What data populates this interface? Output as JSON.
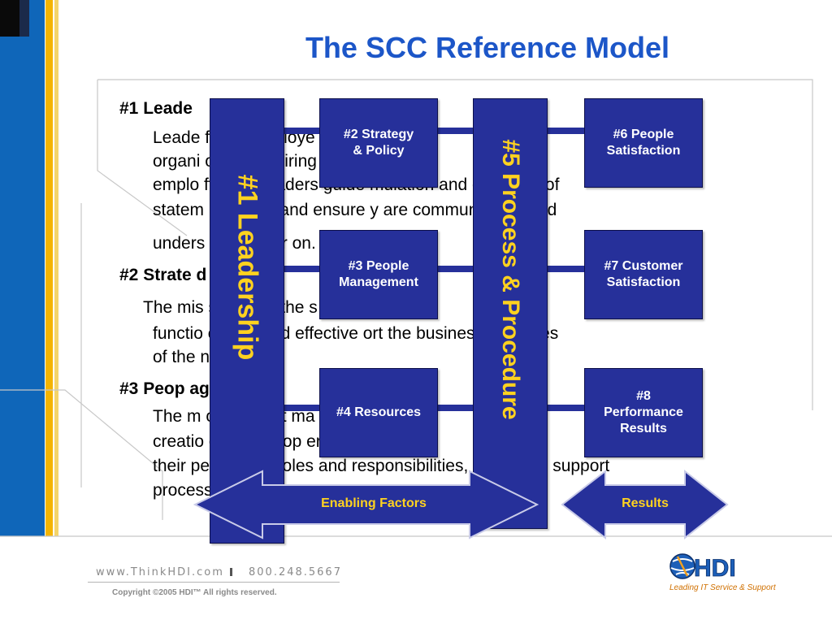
{
  "title": "The SCC Reference Model",
  "colors": {
    "title_blue": "#1c56c8",
    "box_navy": "#26309a",
    "label_yellow": "#ffd21f",
    "side_blue": "#0f66b9",
    "side_gold": "#f4b400",
    "logo_orange": "#d07000"
  },
  "text": {
    "s1": {
      "heading": "#1 Leade",
      "lines": [
        "Leade          fines          ers        ploye        eir",
        "organi          owa             thro       piring       ting",
        "emplo         ffective leaders guide        mulation and evolution of",
        "statem        purpose, and ensure         y are communicated and",
        "unders         ough                   re or       on."
      ]
    },
    "s2": {
      "heading": "#2 Strate          d Po",
      "lines": [
        "The mis       sion                    bjec            the s          er’s",
        "functio            clearly and effective        ort the business purposes",
        "of the               nterprise."
      ]
    },
    "s3": {
      "heading": "#3 Peop         age",
      "lines": [
        "The m       ortan            ty o            t ma                 the",
        "creatio         envi                     mo          eop               erform at",
        "their peak. Staff roles and responsibilities, as well as support",
        "process                                     "
      ]
    }
  },
  "diagram": {
    "pillar1": "#1 Leadership",
    "pillar5": "#5 Process & Procedure",
    "box2": "#2 Strategy\n& Policy",
    "box3": "#3 People\nManagement",
    "box4": "#4 Resources",
    "box6": "#6 People\nSatisfaction",
    "box7": "#7 Customer\nSatisfaction",
    "box8": "#8\nPerformance\nResults",
    "arrow_enabling": "Enabling Factors",
    "arrow_results": "Results"
  },
  "footer": {
    "url": "www.ThinkHDI.com",
    "phone": "800.248.5667",
    "copyright": "Copyright ©2005 HDI™   All rights reserved."
  },
  "logo": {
    "name": "HDI",
    "tagline": "Leading IT Service & Support"
  }
}
